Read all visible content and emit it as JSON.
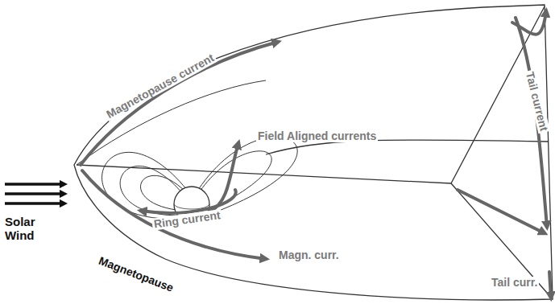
{
  "diagram": {
    "labels": [
      "Magnetopause current",
      "Field Aligned currents",
      "Ring current",
      "Tail current",
      "Solar Wind",
      "Magnetopause",
      "Magn. curr.",
      "Tail curr."
    ]
  }
}
